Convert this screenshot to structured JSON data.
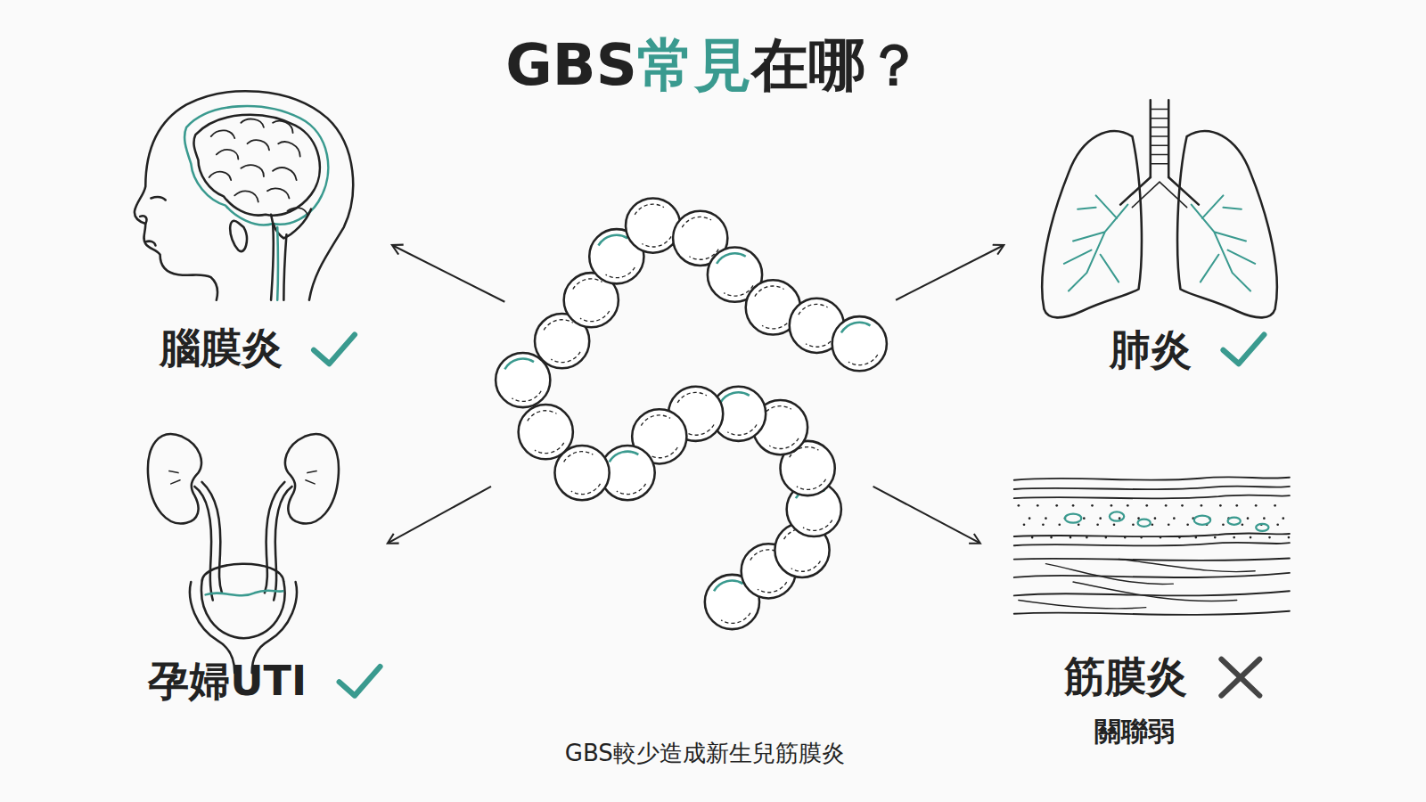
{
  "diagram": {
    "title": "GBS常見在哪？",
    "caption": "GBS較少造成新生兒筋膜炎",
    "labels": [
      "腦膜炎",
      "肺炎",
      "孕婦UTI",
      "筋膜炎",
      "關聯弱"
    ]
  }
}
